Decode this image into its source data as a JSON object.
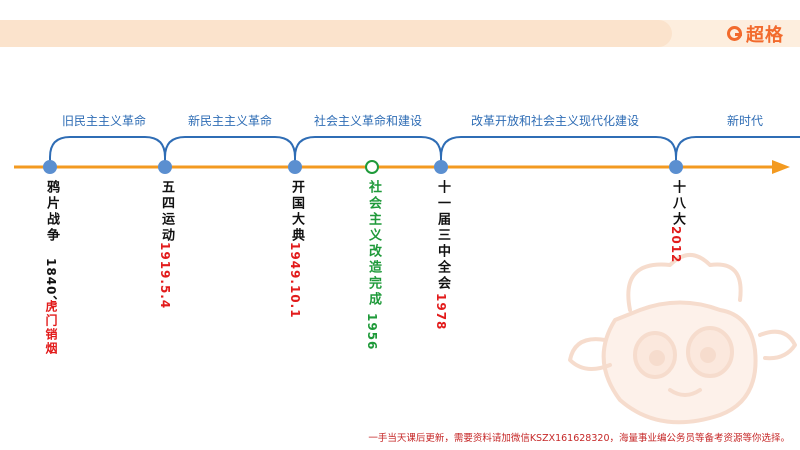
{
  "brand": {
    "name": "超格",
    "logo_icon": "g-logo-icon",
    "color": "#f26a2c"
  },
  "colors": {
    "axis": "#f39a20",
    "arc": "#2f6db5",
    "node": "#5b8fd0",
    "green": "#1f9a3a",
    "red": "#e21b1b"
  },
  "eras": [
    {
      "label": "旧民主主义革命"
    },
    {
      "label": "新民主主义革命"
    },
    {
      "label": "社会主义革命和建设"
    },
    {
      "label": "改革开放和社会主义现代化建设"
    },
    {
      "label": "新时代"
    }
  ],
  "nodes": [
    {
      "title": "鸦片战争",
      "date": "1840、",
      "note": "虎门销烟"
    },
    {
      "title": "五四运动",
      "date": "1919.5.4"
    },
    {
      "title": "开国大典",
      "date": "1949.10.1"
    },
    {
      "title": "社会主义改造完成",
      "date": "1956"
    },
    {
      "title": "十一届三中全会",
      "date": "1978"
    },
    {
      "title": "十八大",
      "date": "2012"
    }
  ],
  "footer": "一手当天课后更新，需要资料请加微信KSZX161628320，海量事业编公务员等备考资源等你选择。"
}
